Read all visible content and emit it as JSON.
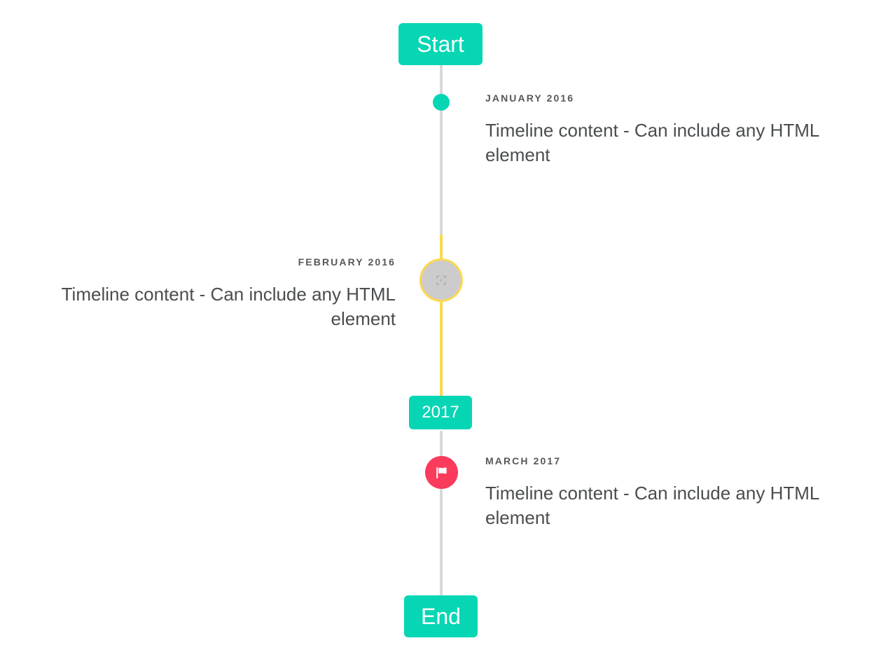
{
  "timeline": {
    "rail_color": "#d9d9d9",
    "highlight_color": "#fcd850",
    "accent_color": "#07d6b4",
    "flag_color": "#fb3b5c",
    "start_label": "Start",
    "year_label": "2017",
    "end_label": "End",
    "entries": [
      {
        "id": "january-2016",
        "heading": "JANUARY 2016",
        "body": "Timeline content - Can include any HTML element",
        "side": "right",
        "marker": "dot-icon",
        "marker_color": "#07d6b4"
      },
      {
        "id": "february-2016",
        "heading": "FEBRUARY 2016",
        "body": "Timeline content - Can include any HTML element",
        "side": "left",
        "marker": "broken-image-icon",
        "marker_color": "#cccccc",
        "marker_ring_color": "#fcd850"
      },
      {
        "id": "march-2017",
        "heading": "MARCH 2017",
        "body": "Timeline content - Can include any HTML element",
        "side": "right",
        "marker": "flag-icon",
        "marker_color": "#fb3b5c"
      }
    ]
  }
}
